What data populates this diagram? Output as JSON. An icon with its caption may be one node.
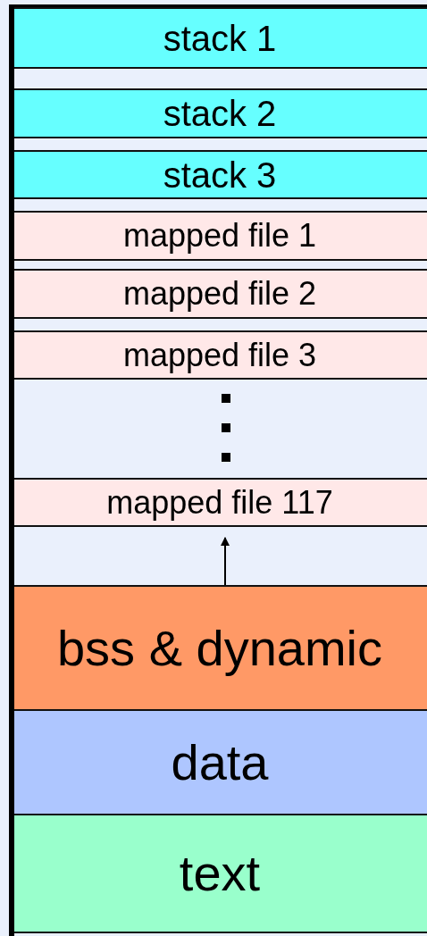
{
  "diagram": {
    "nodes": [
      {
        "text": [
          "stack 1"
        ]
      },
      {
        "text": [
          "stack 2"
        ]
      },
      {
        "text": [
          "stack 3"
        ]
      },
      {
        "text": [
          "mapped file 1"
        ]
      },
      {
        "text": [
          "mapped file 2"
        ]
      },
      {
        "text": [
          "mapped file 3"
        ]
      },
      {
        "text": [
          "mapped file 117"
        ]
      },
      {
        "text": [
          "bss & dynamic"
        ]
      },
      {
        "text": [
          "data"
        ]
      },
      {
        "text": [
          "text"
        ]
      }
    ],
    "edges": [
      {
        "from": 7,
        "to": 6,
        "arrow": "to"
      }
    ]
  }
}
